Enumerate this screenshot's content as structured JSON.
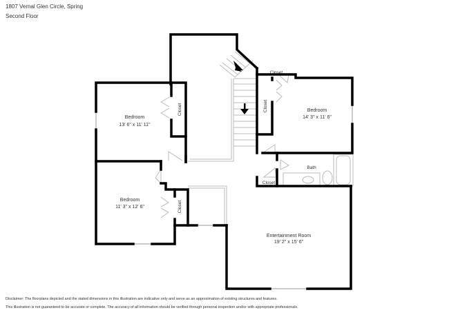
{
  "header": {
    "title": "1807 Vernal Glen Circle, Spring",
    "subtitle": "Second Floor"
  },
  "rooms": {
    "bedroom_nw": {
      "name": "Bedroom",
      "dims": "13' 6\" x 11' 11\""
    },
    "bedroom_sw": {
      "name": "Bedroom",
      "dims": "11' 3\" x 12' 6\""
    },
    "bedroom_e": {
      "name": "Bedroom",
      "dims": "14' 3\" x 11' 6\""
    },
    "entertainment": {
      "name": "Entertainment Room",
      "dims": "19' 2\" x 15' 6\""
    },
    "bath": {
      "name": "Bath"
    },
    "closet_nw": {
      "name": "Closet"
    },
    "closet_sw": {
      "name": "Closet"
    },
    "closet_e_top": {
      "name": "Closet"
    },
    "closet_e_side": {
      "name": "Closet"
    },
    "closet_bath": {
      "name": "Closet"
    }
  },
  "icons": {
    "stair_arrow_diag": "arrow-down-right",
    "stair_arrow_down": "arrow-down"
  },
  "disclaimer": {
    "line1": "Disclaimer: The floorplans depicted and the stated dimensions in this illustration are indicative only and serve as an approximation of existing structures and features.",
    "line2": "This illustration is not guaranteed to be accurate or complete. The accuracy of all information should be verified through personal inspection and/or with appropriate professionals."
  },
  "colors": {
    "wall": "#000000",
    "fixture": "#bbbbbb",
    "text": "#333333"
  }
}
